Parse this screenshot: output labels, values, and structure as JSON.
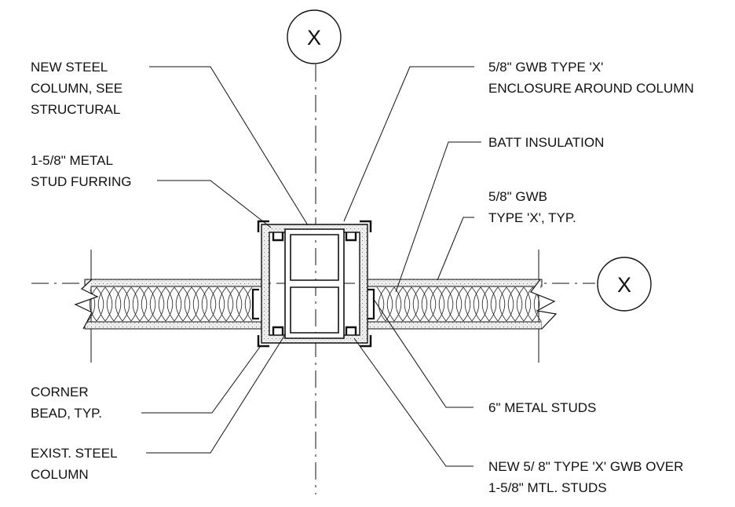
{
  "grid_markers": {
    "vertical": "X",
    "horizontal": "X"
  },
  "labels": {
    "new_steel_column": [
      "NEW STEEL",
      "COLUMN, SEE",
      "STRUCTURAL"
    ],
    "gwb_enclosure": [
      "5/8\" GWB TYPE 'X'",
      "ENCLOSURE AROUND COLUMN"
    ],
    "stud_furring": [
      "1-5/8\" METAL",
      "STUD FURRING"
    ],
    "batt_insulation": [
      "BATT INSULATION"
    ],
    "gwb_typ": [
      "5/8\" GWB",
      "TYPE 'X', TYP."
    ],
    "corner_bead": [
      "CORNER",
      "BEAD, TYP."
    ],
    "metal_studs": [
      "6\" METAL STUDS"
    ],
    "exist_column": [
      "EXIST. STEEL",
      "COLUMN"
    ],
    "new_gwb_over": [
      "NEW 5/ 8\" TYPE 'X' GWB OVER",
      "1-5/8\" MTL. STUDS"
    ]
  },
  "colors": {
    "line": "#111111",
    "gwb_fill": "#efefef",
    "background": "#ffffff"
  }
}
